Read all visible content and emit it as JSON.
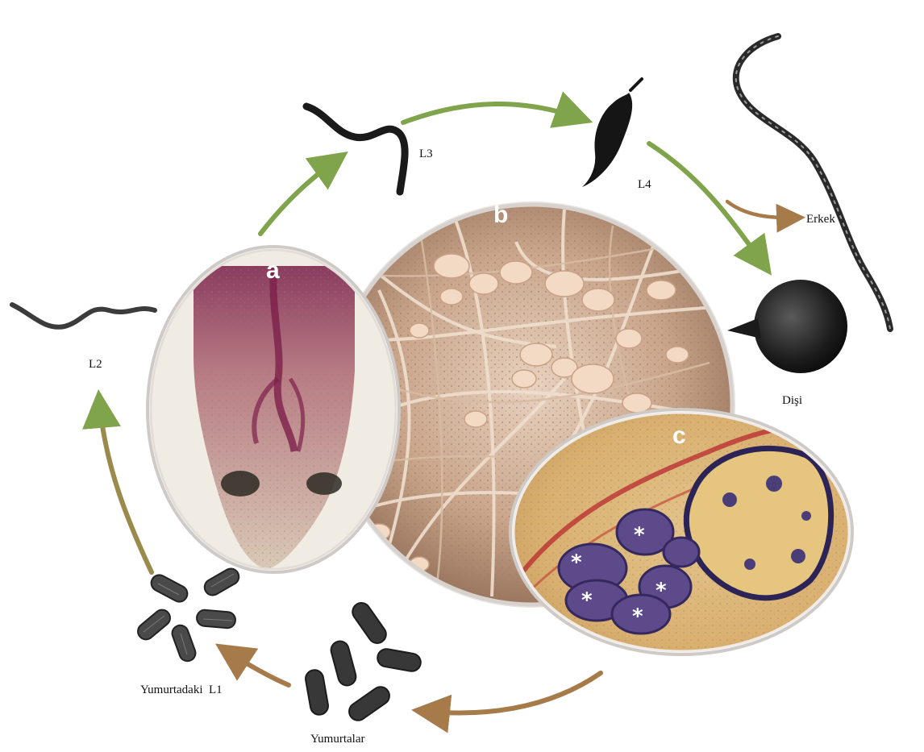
{
  "stages": {
    "l2": "L2",
    "l3": "L3",
    "l4": "L4",
    "male": "Erkek",
    "female": "Dişi",
    "eggs_l1": "Yumurtadaki  L1",
    "eggs": "Yumurtalar"
  },
  "panels": {
    "a": "a",
    "b": "b",
    "c": "c"
  },
  "colors": {
    "arrow_green": "#7fa44b",
    "arrow_brown": "#a77a4a",
    "worm_dark": "#151515",
    "egg_gray": "#3a3a3a"
  }
}
